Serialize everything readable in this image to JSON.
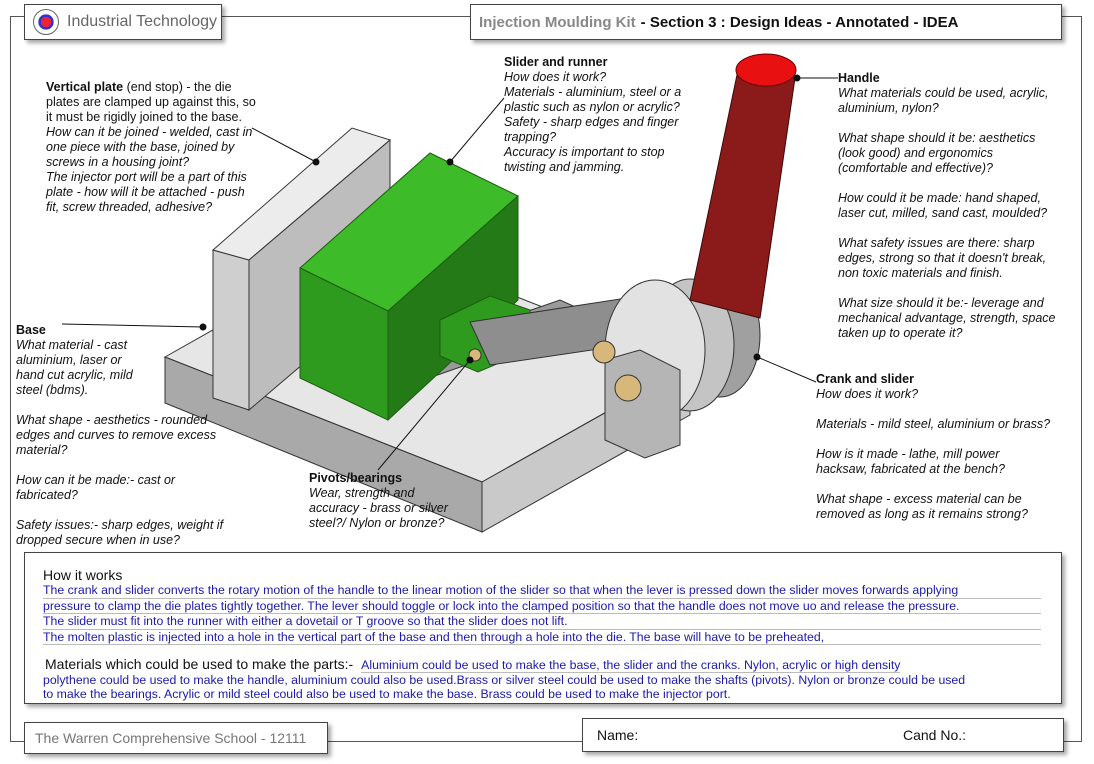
{
  "header": {
    "school_logo_alt": "school-crest",
    "subject": "Industrial Technology",
    "kit": "Injection Moulding Kit",
    "section": "- Section 3 : Design Ideas - Annotated  -  IDEA"
  },
  "annotations": {
    "vertical_plate": {
      "heading": "Vertical plate",
      "heading_suffix": " (end stop) - the die plates are clamped up against this, so it must be rigidly joined to the base.",
      "lines": [
        "How can it be joined - welded, cast in one piece with the base, joined by screws in a housing joint?",
        "The injector port will be a part of this plate - how will it be attached - push fit, screw threaded, adhesive?"
      ]
    },
    "slider_runner": {
      "heading": "Slider and runner",
      "lines": [
        "How does it work?",
        "Materials - aluminium, steel or a plastic such as nylon or acrylic?",
        "Safety - sharp edges and finger trapping?",
        "Accuracy is important to stop twisting and jamming."
      ]
    },
    "handle": {
      "heading": "Handle",
      "lines": [
        "What materials could be used, acrylic, aluminium, nylon?",
        "What shape should it be: aesthetics (look good) and ergonomics (comfortable and effective)?",
        "How could it be made: hand shaped, laser cut, milled, sand cast, moulded?",
        "What safety issues are there: sharp edges, strong so that it doesn't break, non toxic materials and finish.",
        "What size should it be:- leverage and mechanical advantage, strength, space taken up to operate it?"
      ]
    },
    "base": {
      "heading": "Base",
      "lines": [
        "What material - cast aluminium, laser or hand cut acrylic, mild steel (bdms).",
        "What shape - aesthetics - rounded edges and curves to remove excess material?",
        "How can it be made:- cast or fabricated?",
        "Safety issues:- sharp edges, weight if dropped secure when in use?"
      ]
    },
    "pivots": {
      "heading": "Pivots/bearings",
      "lines": [
        "Wear, strength and accuracy - brass or silver steel?/ Nylon or bronze?"
      ]
    },
    "crank": {
      "heading": "Crank and slider",
      "lines": [
        "How does it work?",
        "Materials - mild steel, aluminium or brass?",
        "How is it made - lathe, mill power hacksaw, fabricated at the bench?",
        "What shape - excess material can be removed as long as it remains strong?"
      ]
    }
  },
  "how_it_works": {
    "title": "How it works",
    "lines": [
      "The crank and slider converts the rotary motion of the handle to the linear motion of the slider so that when the lever is pressed down the slider moves forwards applying",
      "pressure to clamp the die plates tightly together. The lever should toggle or lock into the clamped position so that the handle does not move uo and release the pressure.",
      "The slider must  fit into the runner with either a dovetail or T groove so that the slider does not lift.",
      "The molten plastic is injected into a hole in the vertical part of the base and then through a hole into the die.  The base will have to be preheated,"
    ],
    "materials_title": "Materials which could be used to make the parts:-",
    "materials_lines": [
      "Aluminium could be used to make the base, the slider and the cranks. Nylon, acrylic or high density",
      "polythene could be used to make the handle, aluminium could also be used.Brass or silver steel could be used to make the shafts (pivots). Nylon or bronze could be used",
      "to make the bearings.  Acrylic or mild steel could also be used to make the base.  Brass could be used to make the injector port."
    ]
  },
  "footer": {
    "school": "The Warren Comprehensive School - 12111",
    "name_label": "Name:",
    "cand_label": "Cand No.:"
  },
  "colors": {
    "slider_green": "#2e9a1e",
    "handle_red": "#8b1a1a",
    "handle_tip": "#e81010",
    "metal_grey": "#b8b8b8",
    "text_blue": "#1a1aa8"
  }
}
